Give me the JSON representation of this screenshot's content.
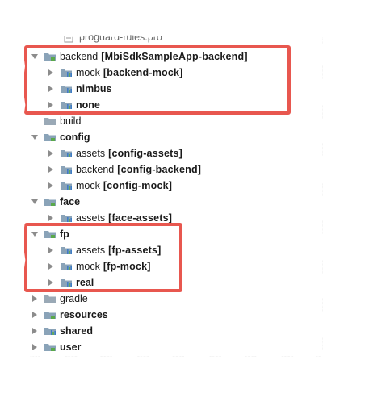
{
  "colors": {
    "highlight": "#e8574f",
    "folder": "#8aa3b8",
    "module_bar_green": "#5aa94b",
    "module_bar_blue": "#3f7cc4",
    "arrow": "#8c8c8c"
  },
  "tree": {
    "proguard": {
      "name": "proguard-rules.pro",
      "icon": "file-icon"
    },
    "backend": {
      "name": "backend",
      "tag": "[MbiSdkSampleApp-backend]",
      "icon": "module-folder-icon"
    },
    "backend_mock": {
      "name": "mock",
      "tag": "[backend-mock]",
      "icon": "module-icon"
    },
    "nimbus": {
      "name": "nimbus",
      "icon": "module-icon"
    },
    "none": {
      "name": "none",
      "icon": "module-icon"
    },
    "build": {
      "name": "build",
      "icon": "folder-icon"
    },
    "config": {
      "name": "config",
      "icon": "module-folder-icon"
    },
    "config_assets": {
      "name": "assets",
      "tag": "[config-assets]",
      "icon": "module-icon"
    },
    "config_backend": {
      "name": "backend",
      "tag": "[config-backend]",
      "icon": "module-icon"
    },
    "config_mock": {
      "name": "mock",
      "tag": "[config-mock]",
      "icon": "module-icon"
    },
    "face": {
      "name": "face",
      "icon": "module-folder-icon"
    },
    "face_assets": {
      "name": "assets",
      "tag": "[face-assets]",
      "icon": "module-icon"
    },
    "fp": {
      "name": "fp",
      "icon": "module-folder-icon"
    },
    "fp_assets": {
      "name": "assets",
      "tag": "[fp-assets]",
      "icon": "module-icon"
    },
    "fp_mock": {
      "name": "mock",
      "tag": "[fp-mock]",
      "icon": "module-icon"
    },
    "real": {
      "name": "real",
      "icon": "module-icon"
    },
    "gradle": {
      "name": "gradle",
      "icon": "folder-icon"
    },
    "resources": {
      "name": "resources",
      "icon": "module-folder-icon"
    },
    "shared": {
      "name": "shared",
      "icon": "module-icon"
    },
    "user": {
      "name": "user",
      "icon": "module-folder-icon"
    }
  }
}
